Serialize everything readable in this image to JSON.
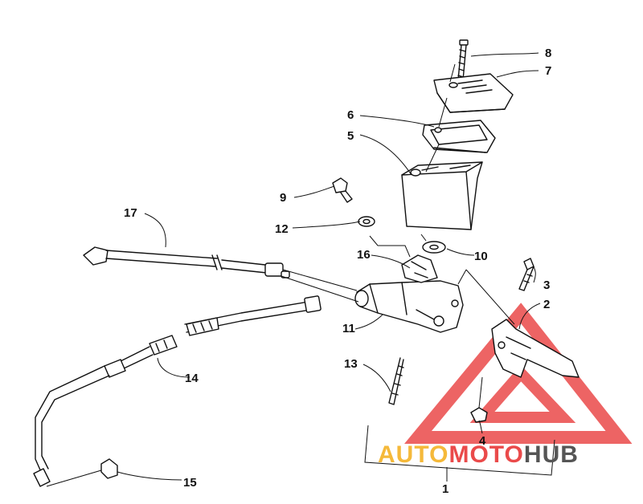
{
  "diagram": {
    "callouts": [
      "1",
      "2",
      "3",
      "4",
      "5",
      "6",
      "7",
      "8",
      "9",
      "10",
      "11",
      "12",
      "13",
      "14",
      "15",
      "16",
      "17"
    ]
  },
  "watermark": {
    "part1": "AUTO",
    "part2": "MOTO",
    "part3": "HUB",
    "colors": {
      "auto": "#f5b93a",
      "moto": "#ea4a4a",
      "hub": "#555555",
      "triangle": "#ea4a4a"
    }
  }
}
